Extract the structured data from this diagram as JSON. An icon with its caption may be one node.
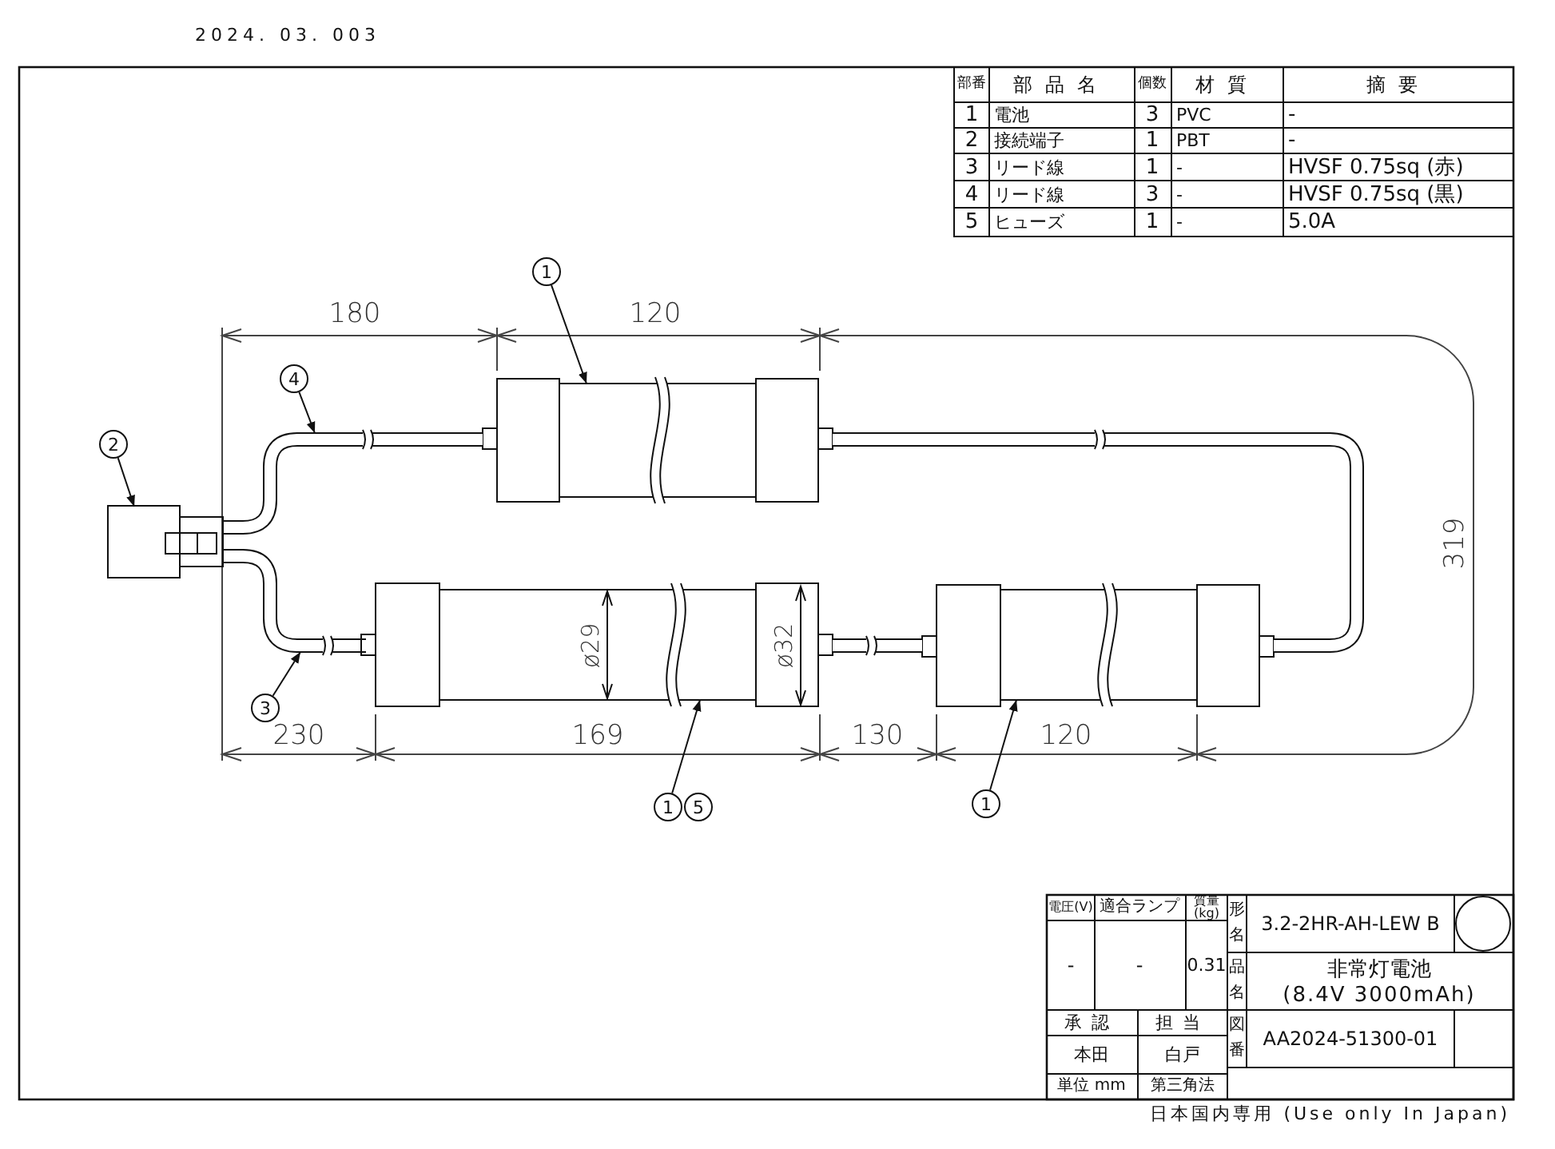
{
  "diagram": {
    "nodes": [
      {
        "text": [
          "1"
        ]
      },
      {
        "text": [],
        "shape": "cylinder"
      },
      {
        "text": [
          "4"
        ]
      },
      {
        "text": [],
        "shape": "cable"
      },
      {
        "text": [
          "2"
        ]
      },
      {
        "text": [],
        "shape": "box"
      },
      {
        "text": [
          "3"
        ]
      },
      {
        "text": [],
        "shape": "cable"
      },
      {
        "text": [
          "1"
        ]
      },
      {
        "text": [
          "5"
        ]
      },
      {
        "text": [],
        "shape": "cylinder"
      },
      {
        "text": [
          "1"
        ]
      },
      {
        "text": [],
        "shape": "cylinder"
      }
    ],
    "edges": [
      {
        "from": 0,
        "to": 1,
        "arrow": "to"
      },
      {
        "from": 2,
        "to": 3,
        "arrow": "to"
      },
      {
        "from": 4,
        "to": 5,
        "arrow": "to"
      },
      {
        "from": 6,
        "to": 7,
        "arrow": "to"
      },
      {
        "from": 8,
        "to": 10,
        "arrow": "to"
      },
      {
        "from": 11,
        "to": 12,
        "arrow": "to"
      },
      {
        "from": 1,
        "to": 12,
        "arrow": "none",
        "style": "thick"
      },
      {
        "from": 10,
        "to": 12,
        "arrow": "none",
        "style": "thick"
      }
    ],
    "labels": [
      "2024. 03. 003",
      "180",
      "120",
      "319",
      "ø29",
      "ø32",
      "230",
      "169",
      "130",
      "120",
      "部番",
      "部品名",
      "個数",
      "材質",
      "摘要",
      "1",
      "電池",
      "3",
      "PVC",
      "-",
      "2",
      "接続端子",
      "1",
      "PBT",
      "-",
      "3",
      "リード線",
      "1",
      "-",
      "HVSF 0.75sq (赤)",
      "4",
      "リード線",
      "3",
      "-",
      "HVSF 0.75sq (黒)",
      "5",
      "ヒューズ",
      "1",
      "-",
      "5.0A",
      "電圧(V)",
      "適合ランプ",
      "質量(kg)",
      "形名",
      "3.2-2HR-AH-LEW B",
      "-",
      "-",
      "0.31",
      "品名",
      "非常灯電池",
      "(8.4V 3000mAh)",
      "承認",
      "担当",
      "図番",
      "AA2024-51300-01",
      "本田",
      "白戸",
      "単位 mm",
      "第三角法",
      "日本国内専用 (Use only In Japan)"
    ]
  }
}
